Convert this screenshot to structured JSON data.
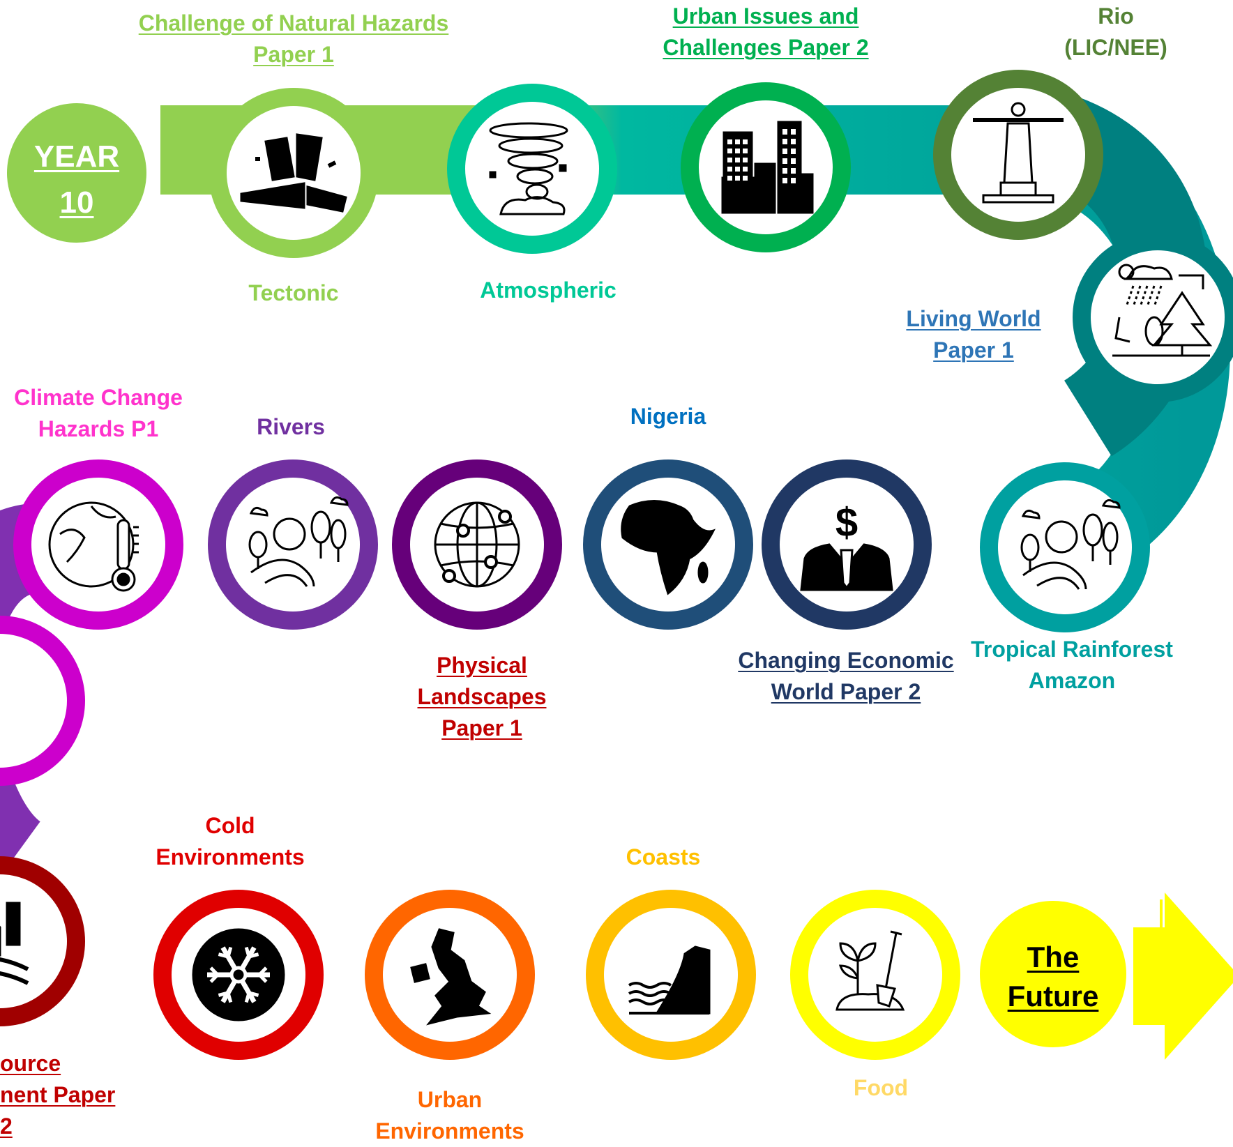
{
  "year": {
    "line1": "YEAR",
    "line2": "10"
  },
  "future": {
    "line1": "The",
    "line2": "Future"
  },
  "labels": {
    "natural_hazards": {
      "l1": "Challenge of Natural Hazards",
      "l2": "Paper 1"
    },
    "tectonic": "Tectonic",
    "atmospheric": "Atmospheric",
    "urban_issues": {
      "l1": "Urban Issues and",
      "l2": "Challenges Paper 2"
    },
    "rio": {
      "l1": "Rio",
      "l2": "(LIC/NEE)"
    },
    "living_world": {
      "l1": "Living World",
      "l2": "Paper 1"
    },
    "rainforest": {
      "l1": "Tropical Rainforest",
      "l2": "Amazon"
    },
    "economic": {
      "l1": "Changing Economic",
      "l2": "World Paper 2"
    },
    "nigeria": "Nigeria",
    "physical": {
      "l1": "Physical",
      "l2": "Landscapes",
      "l3": "Paper 1"
    },
    "rivers": "Rivers",
    "climate": {
      "l1": "Climate Change",
      "l2": "Hazards P1"
    },
    "resource": {
      "l1": "ource",
      "l2": "nent Paper",
      "l3": "2"
    },
    "cold": {
      "l1": "Cold",
      "l2": "Environments"
    },
    "urban_env": {
      "l1": "Urban",
      "l2": "Environments"
    },
    "coasts": "Coasts",
    "food": "Food"
  },
  "icons": [
    "earthquake-icon",
    "tornado-icon",
    "city-buildings-icon",
    "christ-redeemer-icon",
    "water-cycle-tree-icon",
    "landscape-river-icon",
    "businessman-dollar-icon",
    "africa-map-icon",
    "globe-network-icon",
    "landscape-river-icon",
    "earth-thermometer-icon",
    "farm-barn-icon",
    "snowflake-icon",
    "uk-map-icon",
    "cliff-waves-icon",
    "plant-shovel-icon"
  ],
  "colors": {
    "lime": "#92d050",
    "mint": "#00c896",
    "green": "#00b050",
    "olive": "#548235",
    "teal": "#008080",
    "teal_light": "#00a0a0",
    "navy": "#203864",
    "blue": "#1f4e79",
    "plum": "#66007a",
    "purple": "#7030a0",
    "magenta": "#cc00cc",
    "dark_red": "#a00000",
    "red": "#e00000",
    "orange": "#ff6600",
    "amber": "#ffc000",
    "yellow": "#ffff00"
  }
}
